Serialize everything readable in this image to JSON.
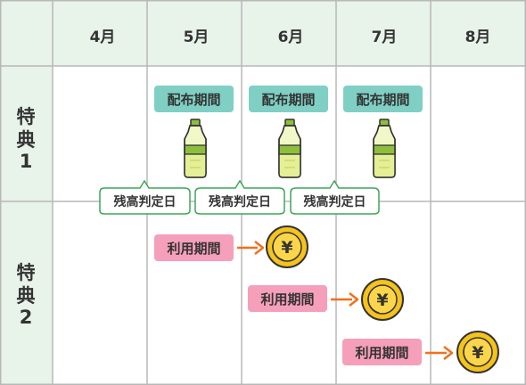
{
  "table": {
    "months": [
      "4月",
      "5月",
      "6月",
      "7月",
      "8月"
    ]
  },
  "rows": [
    {
      "label": [
        "特",
        "典",
        "1"
      ]
    },
    {
      "label": [
        "特",
        "典",
        "2"
      ]
    }
  ],
  "benefit1": {
    "distribution_label": "配布期間",
    "item_icon": "green-tea-bottle-icon",
    "cutoff_label": "残高判定日",
    "distribution_months": [
      "5月",
      "6月",
      "7月"
    ]
  },
  "benefit2": {
    "usage_label": "利用期間",
    "item_icon": "yen-coin-icon",
    "usage_months": [
      "5月",
      "6月",
      "7月"
    ]
  },
  "colors": {
    "header_bg": "#e8f3ea",
    "grid_line": "#b8b8b8",
    "distribution_badge": "#7fcfc4",
    "cutoff_border": "#3ea55a",
    "usage_badge": "#f59fbb",
    "arrow": "#f26f1c",
    "coin_gold": "#f6c21c",
    "coin_outline": "#333333",
    "bottle_green": "#8dbf3c",
    "bottle_liquid": "#e4ef96"
  }
}
